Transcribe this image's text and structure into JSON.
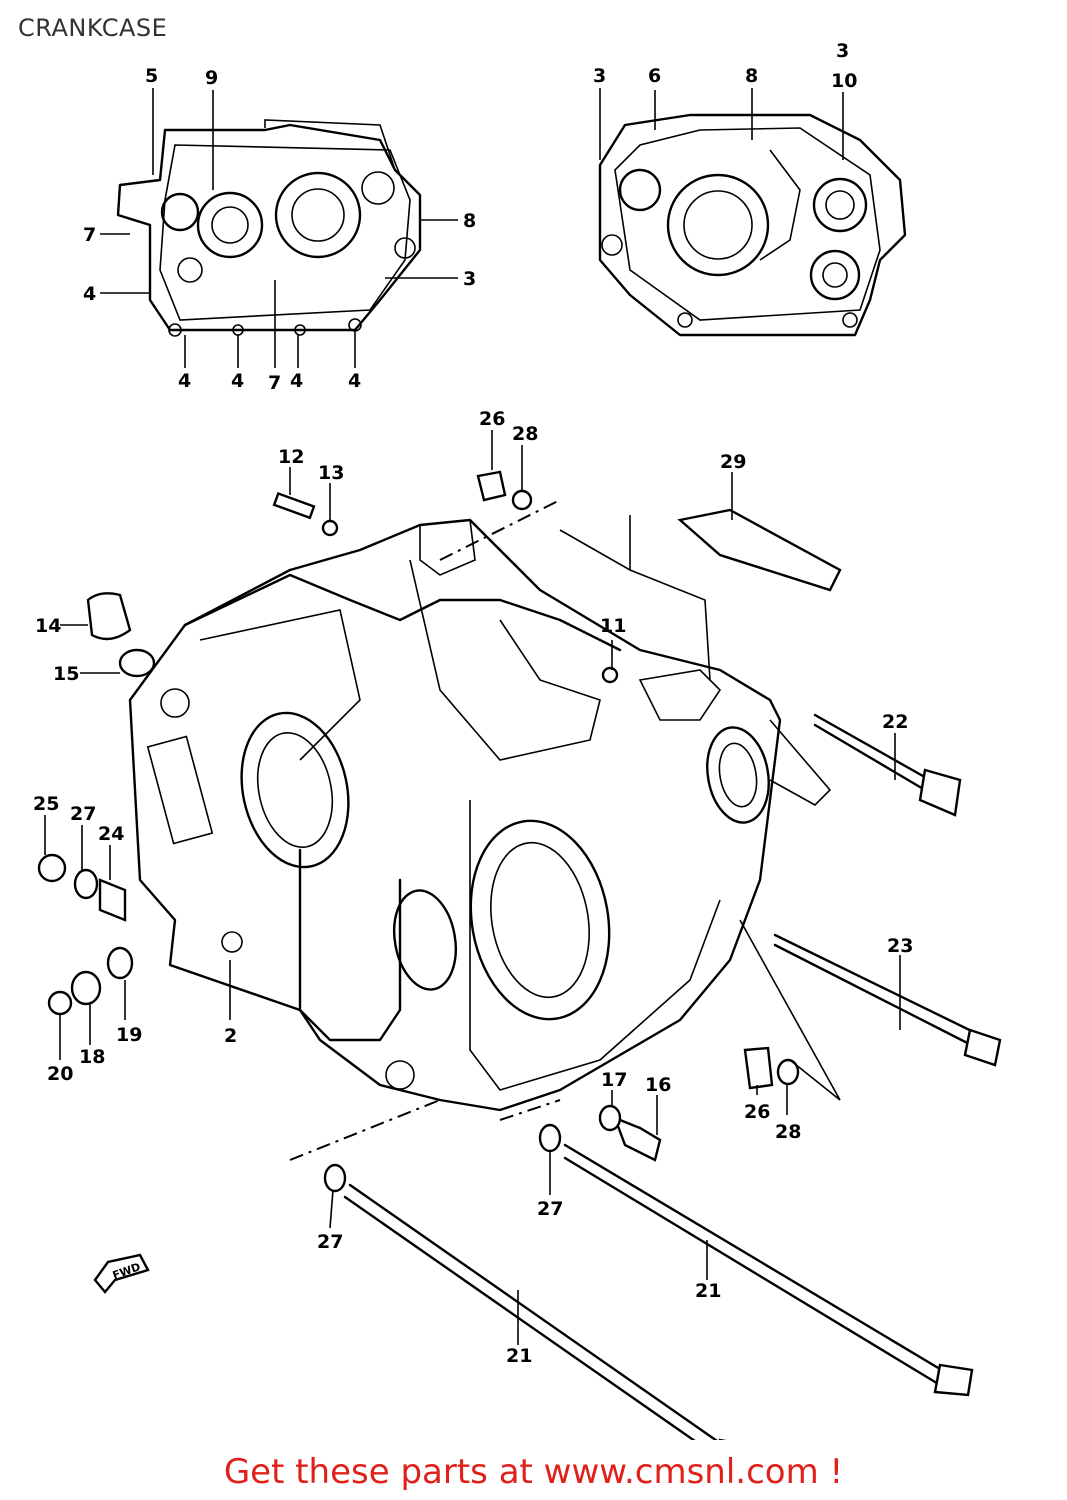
{
  "title": "CRANKCASE",
  "promo": "Get these parts at www.cmsnl.com !",
  "fwd_label": "FWD",
  "callouts": [
    "5",
    "9",
    "7",
    "8",
    "4",
    "3",
    "4",
    "4",
    "7",
    "4",
    "4",
    "3",
    "6",
    "8",
    "3",
    "10",
    "12",
    "13",
    "14",
    "15",
    "26",
    "28",
    "29",
    "11",
    "22",
    "25",
    "27",
    "24",
    "23",
    "2",
    "20",
    "18",
    "19",
    "17",
    "16",
    "26",
    "28",
    "27",
    "27",
    "21",
    "21"
  ]
}
